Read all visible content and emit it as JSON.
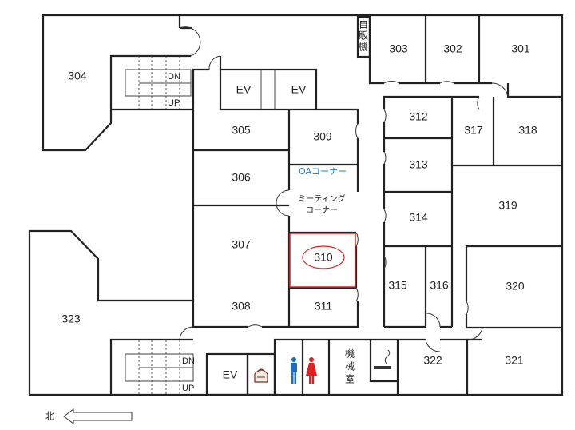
{
  "rooms": {
    "r301": "301",
    "r302": "302",
    "r303": "303",
    "r304": "304",
    "r305": "305",
    "r306": "306",
    "r307": "307",
    "r308": "308",
    "r309": "309",
    "r310": "310",
    "r311": "311",
    "r312": "312",
    "r313": "313",
    "r314": "314",
    "r315": "315",
    "r316": "316",
    "r317": "317",
    "r318": "318",
    "r319": "319",
    "r320": "320",
    "r321": "321",
    "r322": "322",
    "r323": "323"
  },
  "elevators": {
    "ev1": "EV",
    "ev2": "EV",
    "ev3": "EV"
  },
  "stairs": {
    "top_dn": "DN",
    "top_up": "UP",
    "bottom_dn": "DN",
    "bottom_up": "UP"
  },
  "labels": {
    "vending": [
      "自",
      "販",
      "機"
    ],
    "oa_corner": "OAコーナー",
    "meeting_corner_line1": "ミーティング",
    "meeting_corner_line2": "コーナー",
    "machine_room": [
      "機",
      "械",
      "室"
    ],
    "north": "北"
  },
  "highlight": {
    "room": "310",
    "color": "#e02020"
  },
  "colors": {
    "men": "#1a6fc0",
    "women": "#e02020",
    "oa": "#1a7fc4",
    "elevator_fill": "#eef4f9"
  }
}
